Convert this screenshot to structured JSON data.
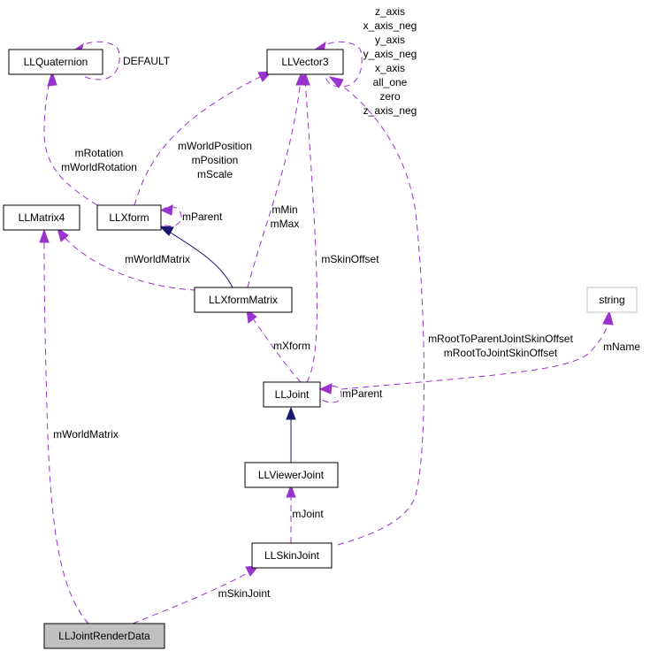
{
  "nodes": {
    "llquaternion": "LLQuaternion",
    "llvector3": "LLVector3",
    "llmatrix4": "LLMatrix4",
    "llxform": "LLXform",
    "llxformmatrix": "LLXformMatrix",
    "string": "string",
    "lljoint": "LLJoint",
    "llviewerjoint": "LLViewerJoint",
    "llskinjoint": "LLSkinJoint",
    "lljointrenderdata": "LLJointRenderData"
  },
  "edge_labels": {
    "quaternion_default": "DEFAULT",
    "vector3_self": [
      "z_axis",
      "x_axis_neg",
      "y_axis",
      "y_axis_neg",
      "x_axis",
      "all_one",
      "zero",
      "z_axis_neg"
    ],
    "xform_rotation": [
      "mRotation",
      "mWorldRotation"
    ],
    "xform_position": [
      "mWorldPosition",
      "mPosition",
      "mScale"
    ],
    "xform_parent": "mParent",
    "xformmatrix_minmax": [
      "mMin",
      "mMax"
    ],
    "xformmatrix_worldmatrix": "mWorldMatrix",
    "joint_skinoffset": "mSkinOffset",
    "joint_xform": "mXform",
    "joint_parent": "mParent",
    "joint_name": "mName",
    "skinjoint_offsets": [
      "mRootToParentJointSkinOffset",
      "mRootToJointSkinOffset"
    ],
    "renderdata_worldmatrix": "mWorldMatrix",
    "skinjoint_joint": "mJoint",
    "renderdata_skinjoint": "mSkinJoint"
  }
}
